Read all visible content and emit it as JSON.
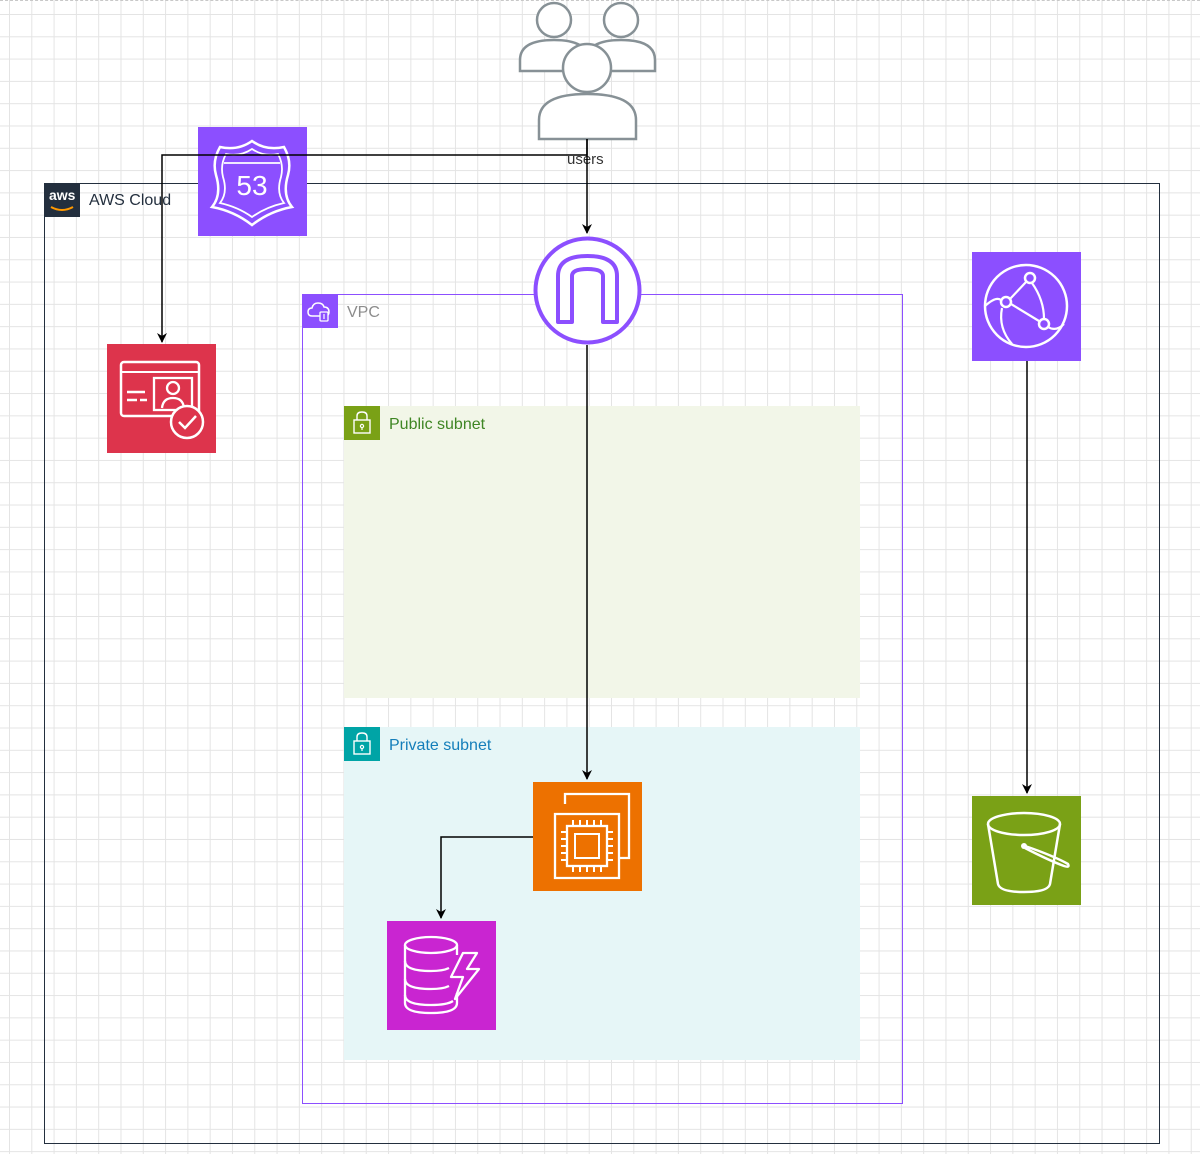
{
  "diagram": {
    "users_label": "users",
    "aws_cloud_label": "AWS Cloud",
    "aws_logo_text": "aws",
    "vpc_label": "VPC",
    "public_subnet_label": "Public subnet",
    "private_subnet_label": "Private subnet",
    "route53_number": "53"
  },
  "icons": {
    "users": "users-icon",
    "route53": "route53-icon",
    "certificate_manager": "certificate-manager-icon",
    "internet_gateway": "internet-gateway-icon",
    "cloudfront": "cloudfront-icon",
    "ec2": "ec2-icon",
    "dynamodb": "dynamodb-icon",
    "s3": "s3-bucket-icon",
    "vpc": "vpc-cloud-icon",
    "subnet_lock": "lock-icon"
  },
  "colors": {
    "aws_cloud_border": "#232f3e",
    "vpc_border": "#8c4fff",
    "public_subnet_fill": "#f2f6e8",
    "public_subnet_accent": "#7aa116",
    "private_subnet_fill": "#e6f6f7",
    "private_subnet_accent": "#00a4a6",
    "route53": "#8c4fff",
    "certificate_manager": "#dd344c",
    "ec2": "#ed7100",
    "dynamodb": "#c925d1",
    "s3": "#7aa116",
    "cloudfront": "#8c4fff",
    "users": "#879196"
  }
}
